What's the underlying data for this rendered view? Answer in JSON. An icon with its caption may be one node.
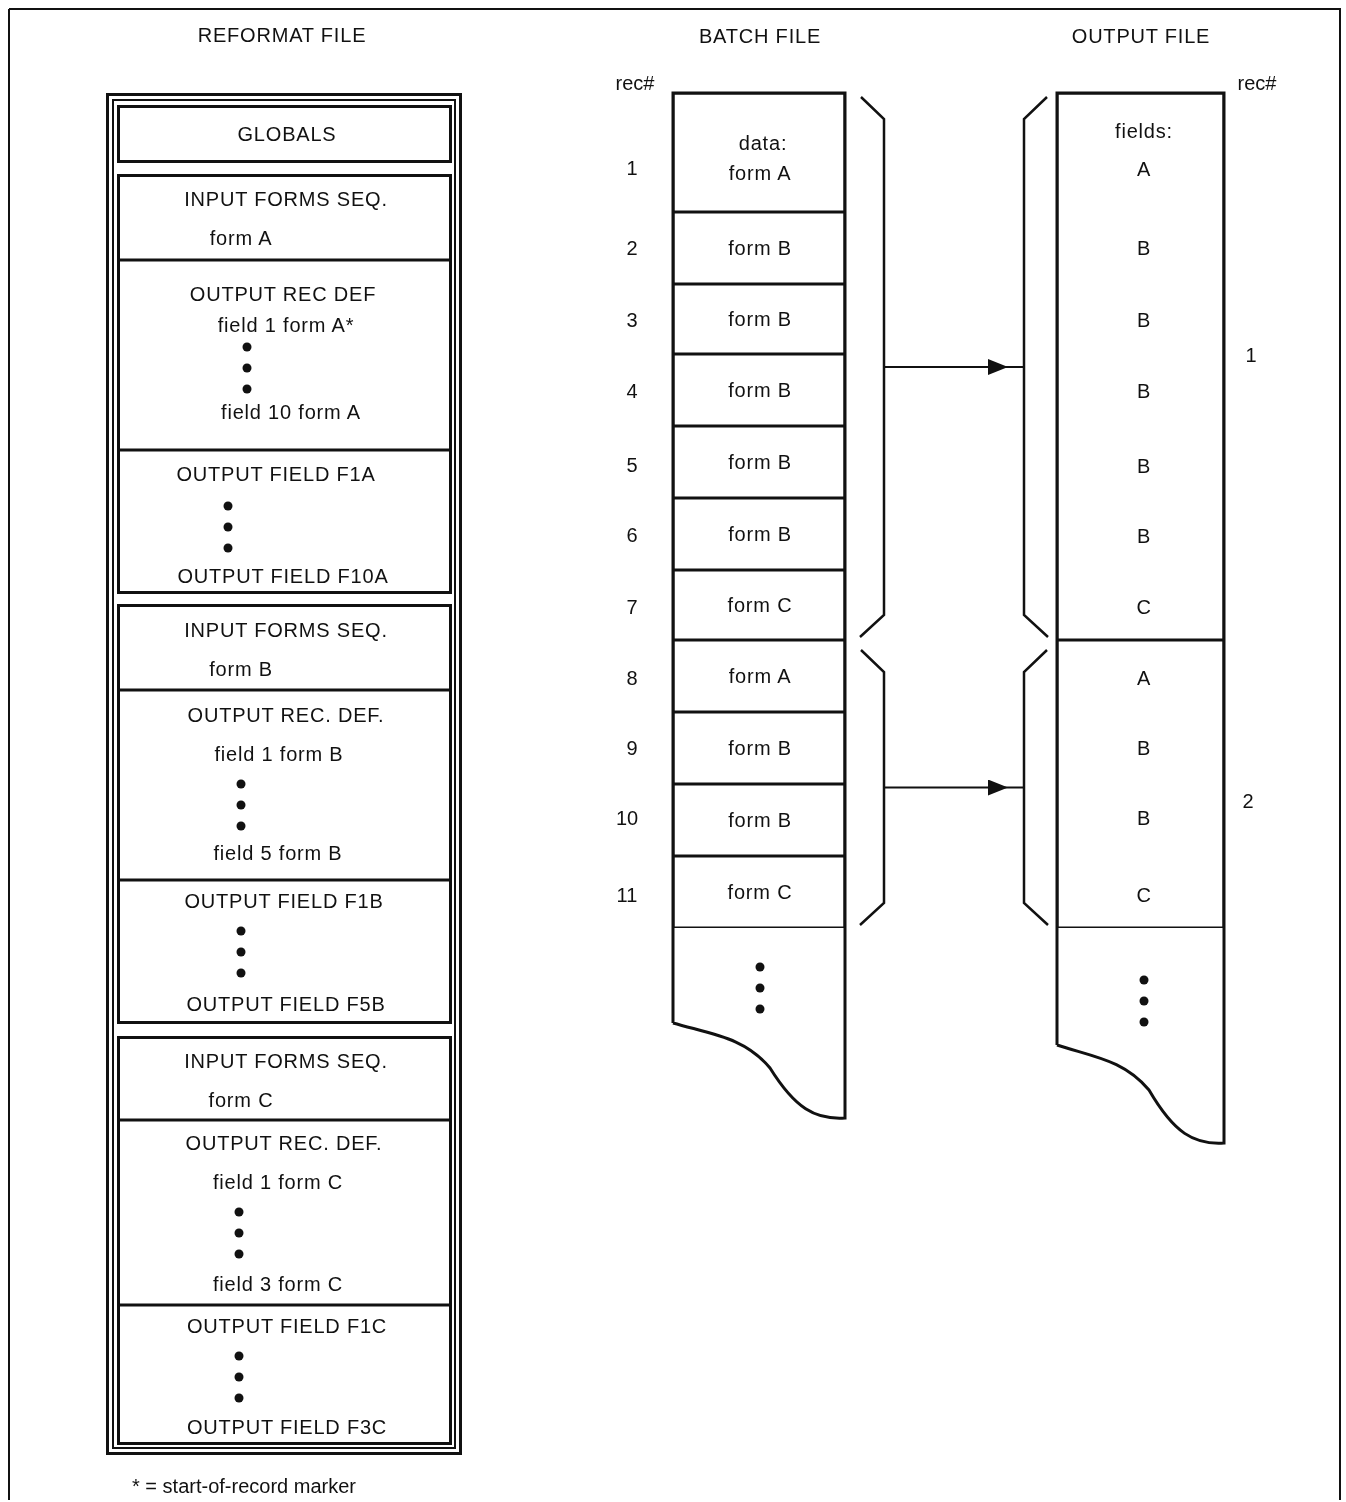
{
  "diagram": {
    "nodes": [
      {
        "text": [
          "REFORMAT FILE"
        ]
      },
      {
        "text": [
          "GLOBALS"
        ],
        "in": 0
      },
      {
        "text": [],
        "shape": "box",
        "in": 0
      },
      {
        "text": [
          "INPUT FORMS SEQ.",
          "form A"
        ],
        "in": 2
      },
      {
        "text": [
          "OUTPUT REC DEF",
          "field 1 form A*",
          "field 10 form A"
        ],
        "in": 2
      },
      {
        "text": [
          "OUTPUT FIELD F1A",
          "OUTPUT FIELD F10A"
        ],
        "in": 2
      },
      {
        "text": [],
        "shape": "box",
        "in": 0
      },
      {
        "text": [
          "INPUT FORMS SEQ.",
          "form B"
        ],
        "in": 6
      },
      {
        "text": [
          "OUTPUT REC. DEF.",
          "field 1 form B",
          "field 5 form B"
        ],
        "in": 6
      },
      {
        "text": [
          "OUTPUT FIELD F1B",
          "OUTPUT FIELD F5B"
        ],
        "in": 6
      },
      {
        "text": [],
        "shape": "box",
        "in": 0
      },
      {
        "text": [
          "INPUT FORMS SEQ.",
          "form C"
        ],
        "in": 10
      },
      {
        "text": [
          "OUTPUT REC. DEF.",
          "field 1 form C",
          "field 3 form C"
        ],
        "in": 10
      },
      {
        "text": [
          "OUTPUT FIELD F1C",
          "OUTPUT FIELD F3C"
        ],
        "in": 10
      },
      {
        "text": [
          "BATCH FILE"
        ]
      },
      {
        "text": [
          "data:",
          "form A"
        ],
        "in": 14
      },
      {
        "text": [
          "form B"
        ],
        "in": 14
      },
      {
        "text": [
          "form B"
        ],
        "in": 14
      },
      {
        "text": [
          "form B"
        ],
        "in": 14
      },
      {
        "text": [
          "form B"
        ],
        "in": 14
      },
      {
        "text": [
          "form B"
        ],
        "in": 14
      },
      {
        "text": [
          "form C"
        ],
        "in": 14
      },
      {
        "text": [
          "form A"
        ],
        "in": 14
      },
      {
        "text": [
          "form B"
        ],
        "in": 14
      },
      {
        "text": [
          "form B"
        ],
        "in": 14
      },
      {
        "text": [
          "form C"
        ],
        "in": 14
      },
      {
        "text": [],
        "shape": "bracket"
      },
      {
        "text": [],
        "shape": "bracket"
      },
      {
        "text": [],
        "shape": "bracket"
      },
      {
        "text": [],
        "shape": "bracket"
      },
      {
        "text": [
          "OUTPUT FILE"
        ]
      },
      {
        "text": [
          "fields:",
          "A",
          "B",
          "B",
          "B",
          "B",
          "B",
          "C"
        ],
        "in": 30
      },
      {
        "text": [
          "A",
          "B",
          "B",
          "C"
        ],
        "in": 30
      }
    ],
    "edges": [
      {
        "from": 26,
        "to": 28,
        "arrow": "to"
      },
      {
        "from": 27,
        "to": 29,
        "arrow": "to"
      }
    ],
    "labels": [
      "rec#",
      "1",
      "2",
      "3",
      "4",
      "5",
      "6",
      "7",
      "8",
      "9",
      "10",
      "11",
      "rec#",
      "1",
      "2",
      "* = start-of-record marker"
    ]
  }
}
